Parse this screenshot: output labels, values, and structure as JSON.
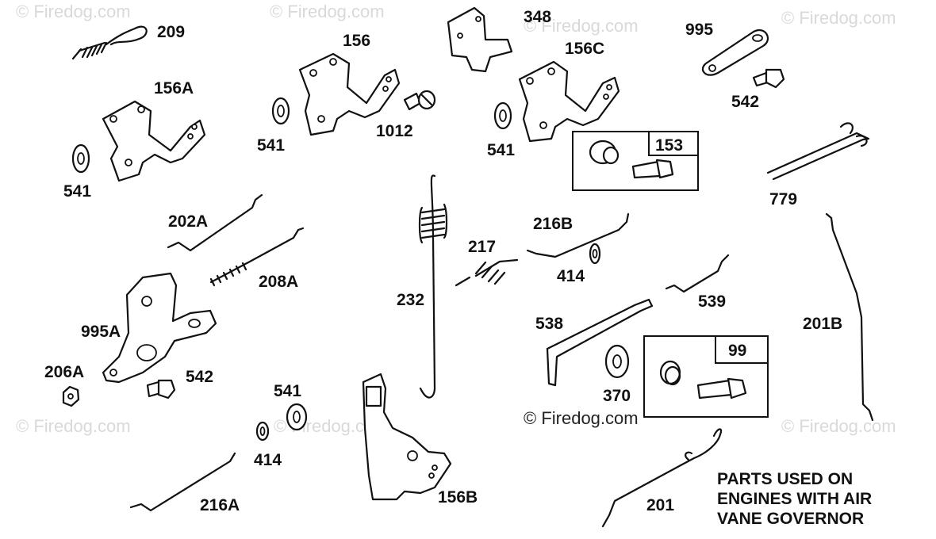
{
  "watermark": "© Firedog.com",
  "note": {
    "line1": "PARTS USED ON",
    "line2": "ENGINES WITH AIR",
    "line3": "VANE GOVERNOR"
  },
  "labels": {
    "p209": "209",
    "p156": "156",
    "p348": "348",
    "p156C": "156C",
    "p995": "995",
    "p156A": "156A",
    "p542a": "542",
    "p541a": "541",
    "p1012": "1012",
    "p541b": "541",
    "p153": "153",
    "p541c": "541",
    "p779": "779",
    "p202A": "202A",
    "p216B": "216B",
    "p217": "217",
    "p208A": "208A",
    "p414a": "414",
    "p232": "232",
    "p539": "539",
    "p995A": "995A",
    "p538": "538",
    "p201B": "201B",
    "p99": "99",
    "p206A": "206A",
    "p542b": "542",
    "p370": "370",
    "p541d": "541",
    "p414b": "414",
    "p216A": "216A",
    "p156B": "156B",
    "p201": "201"
  }
}
